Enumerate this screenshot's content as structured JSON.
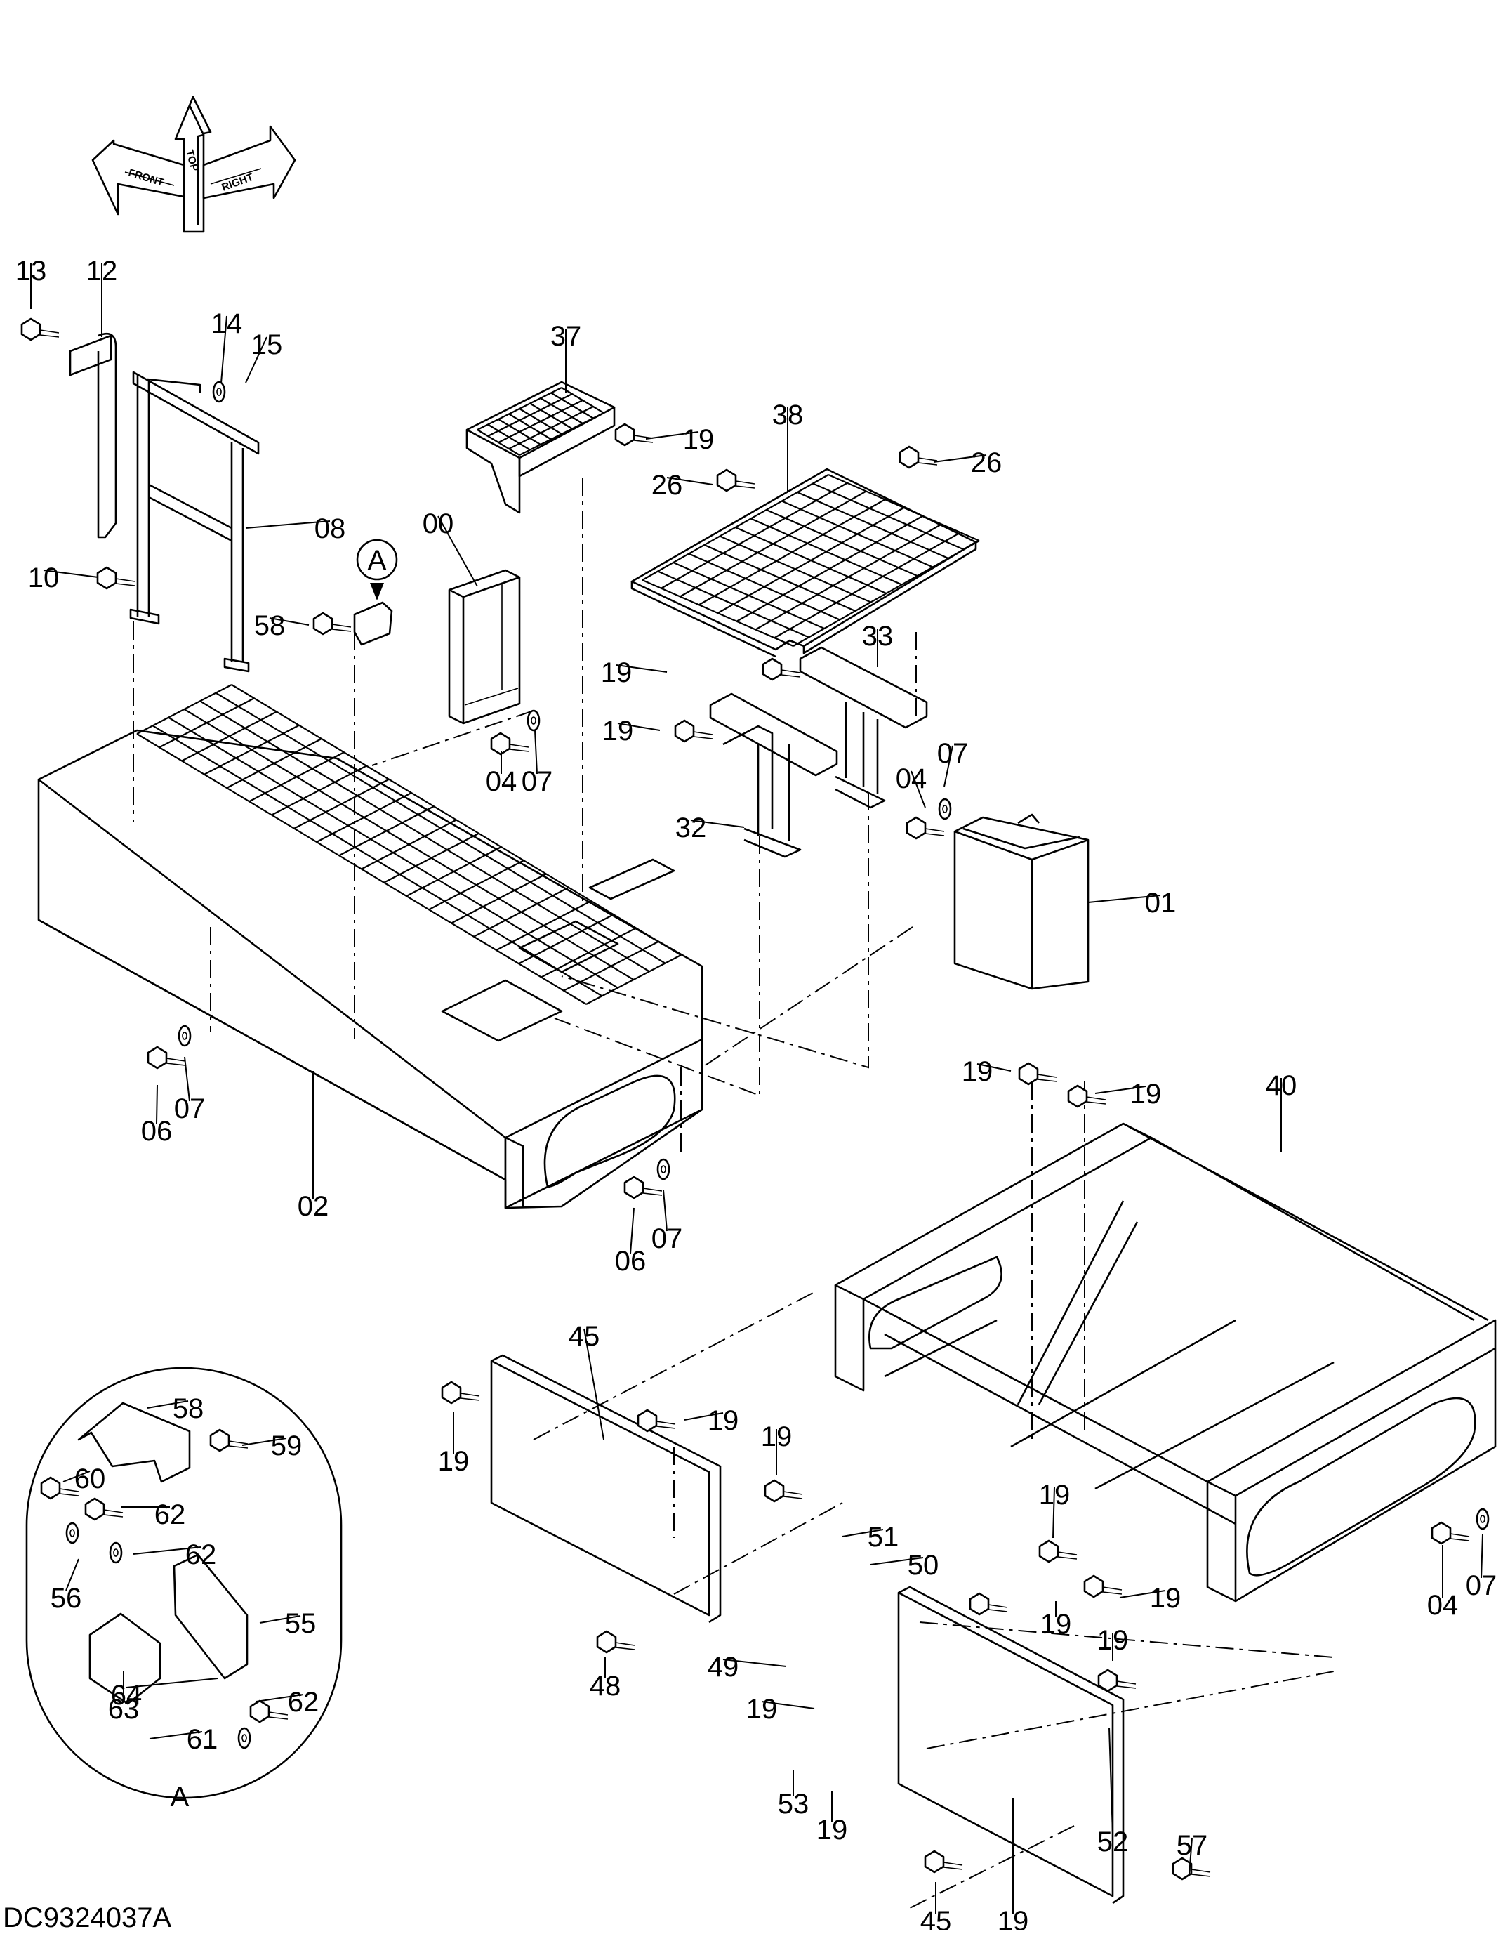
{
  "drawing_code": "DC9324037A",
  "detail_label": "A",
  "detail_marker": "A",
  "orientation": {
    "front": "FRONT",
    "top": "TOP",
    "right": "RIGHT",
    "arrow_icon": "orientation-arrows-icon"
  },
  "part_numbers": [
    "13",
    "12",
    "14",
    "15",
    "08",
    "10",
    "58",
    "00",
    "04",
    "07",
    "37",
    "19",
    "38",
    "26",
    "26",
    "33",
    "19",
    "19",
    "07",
    "04",
    "32",
    "01",
    "06",
    "07",
    "02",
    "06",
    "07",
    "19",
    "19",
    "40",
    "45",
    "19",
    "19",
    "19",
    "51",
    "50",
    "19",
    "19",
    "19",
    "04",
    "07",
    "19",
    "48",
    "49",
    "19",
    "52",
    "53",
    "19",
    "45",
    "19",
    "57",
    "58",
    "59",
    "60",
    "62",
    "62",
    "56",
    "55",
    "63",
    "64",
    "62",
    "61"
  ]
}
